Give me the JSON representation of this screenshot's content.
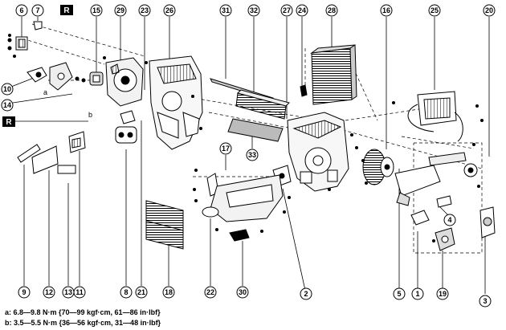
{
  "callouts": [
    "1",
    "2",
    "3",
    "4",
    "5",
    "6",
    "7",
    "8",
    "9",
    "10",
    "11",
    "12",
    "13",
    "14",
    "15",
    "16",
    "17",
    "18",
    "19",
    "20",
    "21",
    "22",
    "23",
    "24",
    "25",
    "26",
    "27",
    "28",
    "29",
    "30",
    "31",
    "32",
    "33"
  ],
  "r_marker": "R",
  "point_a": "a",
  "point_b": "b",
  "torque_notes": {
    "a": "a: 6.8—9.8 N·m {70—99 kgf·cm, 61—86 in·lbf}",
    "b": "b: 3.5—5.5 N·m {36—56 kgf·cm, 31—48 in·lbf}"
  }
}
